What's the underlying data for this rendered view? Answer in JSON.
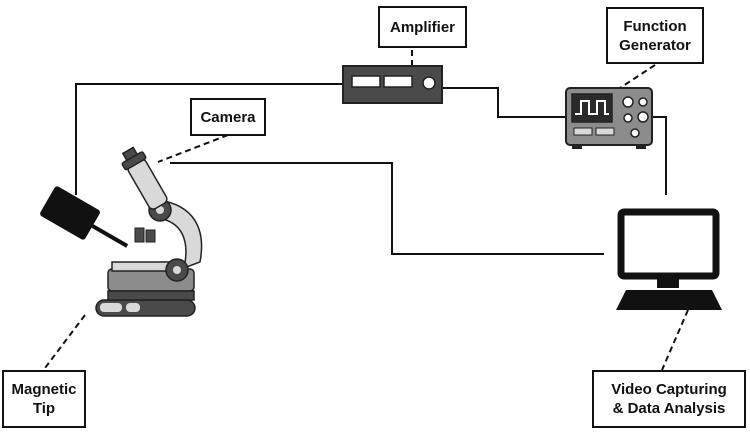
{
  "labels": {
    "amplifier": "Amplifier",
    "function_generator": [
      "Function",
      "Generator"
    ],
    "camera": "Camera",
    "magnetic_tip": [
      "Magnetic",
      "Tip"
    ],
    "video": [
      "Video Capturing",
      "& Data Analysis"
    ]
  },
  "colors": {
    "ink": "#111111",
    "device_dark": "#4a4a4a",
    "device_mid": "#8c8c8c",
    "device_light": "#d9d9d9",
    "screen_bg": "#ffffff"
  },
  "icons": [
    "amplifier-icon",
    "function-generator-icon",
    "microscope-icon",
    "magnetic-tip-icon",
    "computer-monitor-icon"
  ]
}
